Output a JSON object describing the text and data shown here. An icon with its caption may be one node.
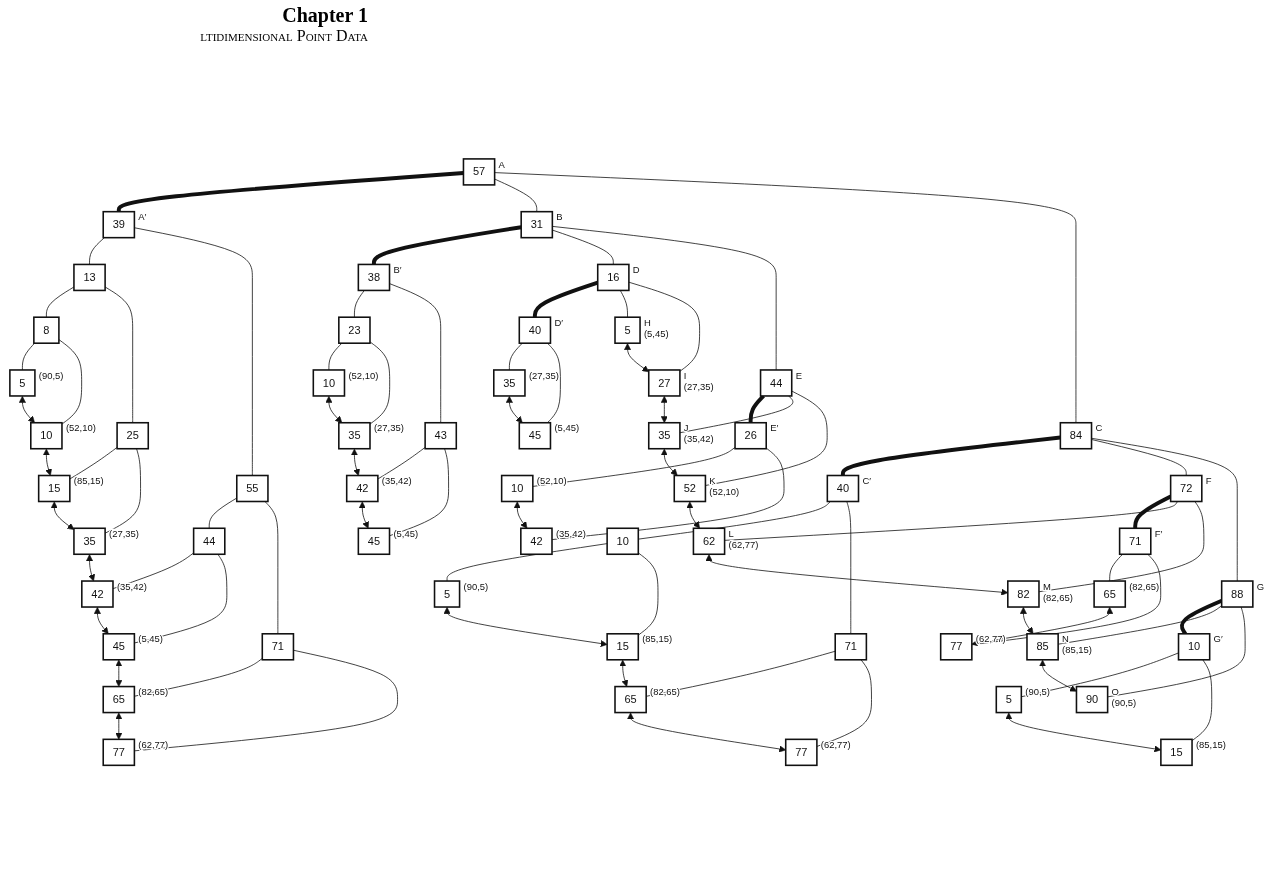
{
  "diagram": {
    "nodes": [
      {
        "text": [
          "57"
        ],
        "beside": [
          "A"
        ]
      },
      {
        "text": [
          "39"
        ],
        "beside": [
          "A′"
        ]
      },
      {
        "text": [
          "13"
        ]
      },
      {
        "text": [
          "55"
        ]
      },
      {
        "text": [
          "8"
        ]
      },
      {
        "text": [
          "25"
        ]
      },
      {
        "text": [
          "44"
        ]
      },
      {
        "text": [
          "71"
        ]
      },
      {
        "text": [
          "31"
        ],
        "beside": [
          "B"
        ]
      },
      {
        "text": [
          "84"
        ],
        "beside": [
          "C"
        ]
      },
      {
        "text": [
          "5"
        ],
        "beside": [
          "(90,5)"
        ]
      },
      {
        "text": [
          "10"
        ],
        "beside": [
          "(52,10)"
        ]
      },
      {
        "text": [
          "15"
        ],
        "beside": [
          "(85,15)"
        ]
      },
      {
        "text": [
          "35"
        ],
        "beside": [
          "(27,35)"
        ]
      },
      {
        "text": [
          "42"
        ],
        "beside": [
          "(35,42)"
        ]
      },
      {
        "text": [
          "45"
        ],
        "beside": [
          "(5,45)"
        ]
      },
      {
        "text": [
          "65"
        ],
        "beside": [
          "(82,65)"
        ]
      },
      {
        "text": [
          "77"
        ],
        "beside": [
          "(62,77)"
        ]
      },
      {
        "text": [
          "38"
        ],
        "beside": [
          "B′"
        ]
      },
      {
        "text": [
          "40"
        ],
        "beside": [
          "C′"
        ]
      },
      {
        "text": [
          "23"
        ]
      },
      {
        "text": [
          "43"
        ]
      },
      {
        "text": [
          "10"
        ]
      },
      {
        "text": [
          "71"
        ]
      },
      {
        "text": [
          "10"
        ],
        "beside": [
          "(52,10)"
        ]
      },
      {
        "text": [
          "35"
        ],
        "beside": [
          "(27,35)"
        ]
      },
      {
        "text": [
          "42"
        ],
        "beside": [
          "(35,42)"
        ]
      },
      {
        "text": [
          "45"
        ],
        "beside": [
          "(5,45)"
        ]
      },
      {
        "text": [
          "5"
        ],
        "beside": [
          "(90,5)"
        ]
      },
      {
        "text": [
          "15"
        ],
        "beside": [
          "(85,15)"
        ]
      },
      {
        "text": [
          "65"
        ],
        "beside": [
          "(82,65)"
        ]
      },
      {
        "text": [
          "77"
        ],
        "beside": [
          "(62,77)"
        ]
      },
      {
        "text": [
          "16"
        ],
        "beside": [
          "D"
        ]
      },
      {
        "text": [
          "44"
        ],
        "beside": [
          "E"
        ]
      },
      {
        "text": [
          "72"
        ],
        "beside": [
          "F"
        ]
      },
      {
        "text": [
          "88"
        ],
        "beside": [
          "G"
        ]
      },
      {
        "text": [
          "5"
        ],
        "beside": [
          "H",
          "(5,45)"
        ]
      },
      {
        "text": [
          "40"
        ],
        "beside": [
          "D′"
        ]
      },
      {
        "text": [
          "27"
        ],
        "beside": [
          "I",
          "(27,35)"
        ]
      },
      {
        "text": [
          "35"
        ],
        "beside": [
          "J",
          "(35,42)"
        ]
      },
      {
        "text": [
          "26"
        ],
        "beside": [
          "E′"
        ]
      },
      {
        "text": [
          "52"
        ],
        "beside": [
          "K",
          "(52,10)"
        ]
      },
      {
        "text": [
          "62"
        ],
        "beside": [
          "L",
          "(62,77)"
        ]
      },
      {
        "text": [
          "71"
        ],
        "beside": [
          "F′"
        ]
      },
      {
        "text": [
          "82"
        ],
        "beside": [
          "M",
          "(82,65)"
        ]
      },
      {
        "text": [
          "85"
        ],
        "beside": [
          "N",
          "(85,15)"
        ]
      },
      {
        "text": [
          "10"
        ],
        "beside": [
          "G′"
        ]
      },
      {
        "text": [
          "90"
        ],
        "beside": [
          "O",
          "(90,5)"
        ]
      },
      {
        "text": [
          "35"
        ],
        "beside": [
          "(27,35)"
        ]
      },
      {
        "text": [
          "45"
        ],
        "beside": [
          "(5,45)"
        ]
      },
      {
        "text": [
          "10"
        ],
        "beside": [
          "(52,10)"
        ]
      },
      {
        "text": [
          "42"
        ],
        "beside": [
          "(35,42)"
        ]
      },
      {
        "text": [
          "65"
        ],
        "beside": [
          "(82,65)"
        ]
      },
      {
        "text": [
          "77"
        ],
        "beside": [
          "(62,77)"
        ]
      },
      {
        "text": [
          "5"
        ],
        "beside": [
          "(90,5)"
        ]
      },
      {
        "text": [
          "15"
        ],
        "beside": [
          "(85,15)"
        ]
      }
    ],
    "edges": [
      {
        "from": 0,
        "to": 1,
        "arrow": "none",
        "style": "thick"
      },
      {
        "from": 0,
        "to": 8,
        "arrow": "none"
      },
      {
        "from": 0,
        "to": 9,
        "arrow": "none"
      },
      {
        "from": 1,
        "to": 2,
        "arrow": "none"
      },
      {
        "from": 1,
        "to": 3,
        "arrow": "none"
      },
      {
        "from": 2,
        "to": 4,
        "arrow": "none"
      },
      {
        "from": 2,
        "to": 5,
        "arrow": "none"
      },
      {
        "from": 3,
        "to": 6,
        "arrow": "none"
      },
      {
        "from": 3,
        "to": 7,
        "arrow": "none"
      },
      {
        "from": 4,
        "to": 10,
        "arrow": "none"
      },
      {
        "from": 4,
        "to": 11,
        "arrow": "none"
      },
      {
        "from": 5,
        "to": 12,
        "arrow": "none"
      },
      {
        "from": 5,
        "to": 13,
        "arrow": "none"
      },
      {
        "from": 6,
        "to": 14,
        "arrow": "none"
      },
      {
        "from": 6,
        "to": 15,
        "arrow": "none"
      },
      {
        "from": 7,
        "to": 16,
        "arrow": "none"
      },
      {
        "from": 7,
        "to": 17,
        "arrow": "none"
      },
      {
        "from": 10,
        "to": 11,
        "arrow": "both"
      },
      {
        "from": 11,
        "to": 12,
        "arrow": "both"
      },
      {
        "from": 12,
        "to": 13,
        "arrow": "both"
      },
      {
        "from": 13,
        "to": 14,
        "arrow": "both"
      },
      {
        "from": 14,
        "to": 15,
        "arrow": "both"
      },
      {
        "from": 15,
        "to": 16,
        "arrow": "both"
      },
      {
        "from": 16,
        "to": 17,
        "arrow": "both"
      },
      {
        "from": 8,
        "to": 18,
        "arrow": "none",
        "style": "thick"
      },
      {
        "from": 8,
        "to": 32,
        "arrow": "none"
      },
      {
        "from": 8,
        "to": 33,
        "arrow": "none"
      },
      {
        "from": 18,
        "to": 20,
        "arrow": "none"
      },
      {
        "from": 18,
        "to": 21,
        "arrow": "none"
      },
      {
        "from": 20,
        "to": 24,
        "arrow": "none"
      },
      {
        "from": 20,
        "to": 25,
        "arrow": "none"
      },
      {
        "from": 21,
        "to": 26,
        "arrow": "none"
      },
      {
        "from": 21,
        "to": 27,
        "arrow": "none"
      },
      {
        "from": 24,
        "to": 25,
        "arrow": "both"
      },
      {
        "from": 25,
        "to": 26,
        "arrow": "both"
      },
      {
        "from": 26,
        "to": 27,
        "arrow": "both"
      },
      {
        "from": 9,
        "to": 19,
        "arrow": "none",
        "style": "thick"
      },
      {
        "from": 9,
        "to": 34,
        "arrow": "none"
      },
      {
        "from": 9,
        "to": 35,
        "arrow": "none"
      },
      {
        "from": 19,
        "to": 22,
        "arrow": "none"
      },
      {
        "from": 19,
        "to": 23,
        "arrow": "none"
      },
      {
        "from": 22,
        "to": 28,
        "arrow": "none"
      },
      {
        "from": 22,
        "to": 29,
        "arrow": "none"
      },
      {
        "from": 23,
        "to": 30,
        "arrow": "none"
      },
      {
        "from": 23,
        "to": 31,
        "arrow": "none"
      },
      {
        "from": 28,
        "to": 29,
        "arrow": "both"
      },
      {
        "from": 29,
        "to": 30,
        "arrow": "both"
      },
      {
        "from": 30,
        "to": 31,
        "arrow": "both"
      },
      {
        "from": 32,
        "to": 37,
        "arrow": "none",
        "style": "thick"
      },
      {
        "from": 32,
        "to": 36,
        "arrow": "none"
      },
      {
        "from": 32,
        "to": 38,
        "arrow": "none"
      },
      {
        "from": 37,
        "to": 48,
        "arrow": "none"
      },
      {
        "from": 37,
        "to": 49,
        "arrow": "none"
      },
      {
        "from": 48,
        "to": 49,
        "arrow": "both"
      },
      {
        "from": 36,
        "to": 38,
        "arrow": "both"
      },
      {
        "from": 38,
        "to": 39,
        "arrow": "both"
      },
      {
        "from": 33,
        "to": 40,
        "arrow": "none",
        "style": "thick"
      },
      {
        "from": 33,
        "to": 39,
        "arrow": "none"
      },
      {
        "from": 33,
        "to": 41,
        "arrow": "none"
      },
      {
        "from": 40,
        "to": 50,
        "arrow": "none"
      },
      {
        "from": 40,
        "to": 51,
        "arrow": "none"
      },
      {
        "from": 50,
        "to": 51,
        "arrow": "both"
      },
      {
        "from": 39,
        "to": 41,
        "arrow": "both"
      },
      {
        "from": 41,
        "to": 42,
        "arrow": "both"
      },
      {
        "from": 34,
        "to": 43,
        "arrow": "none",
        "style": "thick"
      },
      {
        "from": 34,
        "to": 42,
        "arrow": "none"
      },
      {
        "from": 34,
        "to": 44,
        "arrow": "none"
      },
      {
        "from": 43,
        "to": 52,
        "arrow": "none"
      },
      {
        "from": 43,
        "to": 53,
        "arrow": "none"
      },
      {
        "from": 52,
        "to": 53,
        "arrow": "both"
      },
      {
        "from": 42,
        "to": 44,
        "arrow": "both"
      },
      {
        "from": 44,
        "to": 45,
        "arrow": "both"
      },
      {
        "from": 35,
        "to": 46,
        "arrow": "none",
        "style": "thick"
      },
      {
        "from": 35,
        "to": 45,
        "arrow": "none"
      },
      {
        "from": 35,
        "to": 47,
        "arrow": "none"
      },
      {
        "from": 46,
        "to": 54,
        "arrow": "none"
      },
      {
        "from": 46,
        "to": 55,
        "arrow": "none"
      },
      {
        "from": 54,
        "to": 55,
        "arrow": "both"
      },
      {
        "from": 45,
        "to": 47,
        "arrow": "both"
      }
    ],
    "labels": [
      "Chapter 1",
      "ltidimensional Point Data"
    ]
  }
}
